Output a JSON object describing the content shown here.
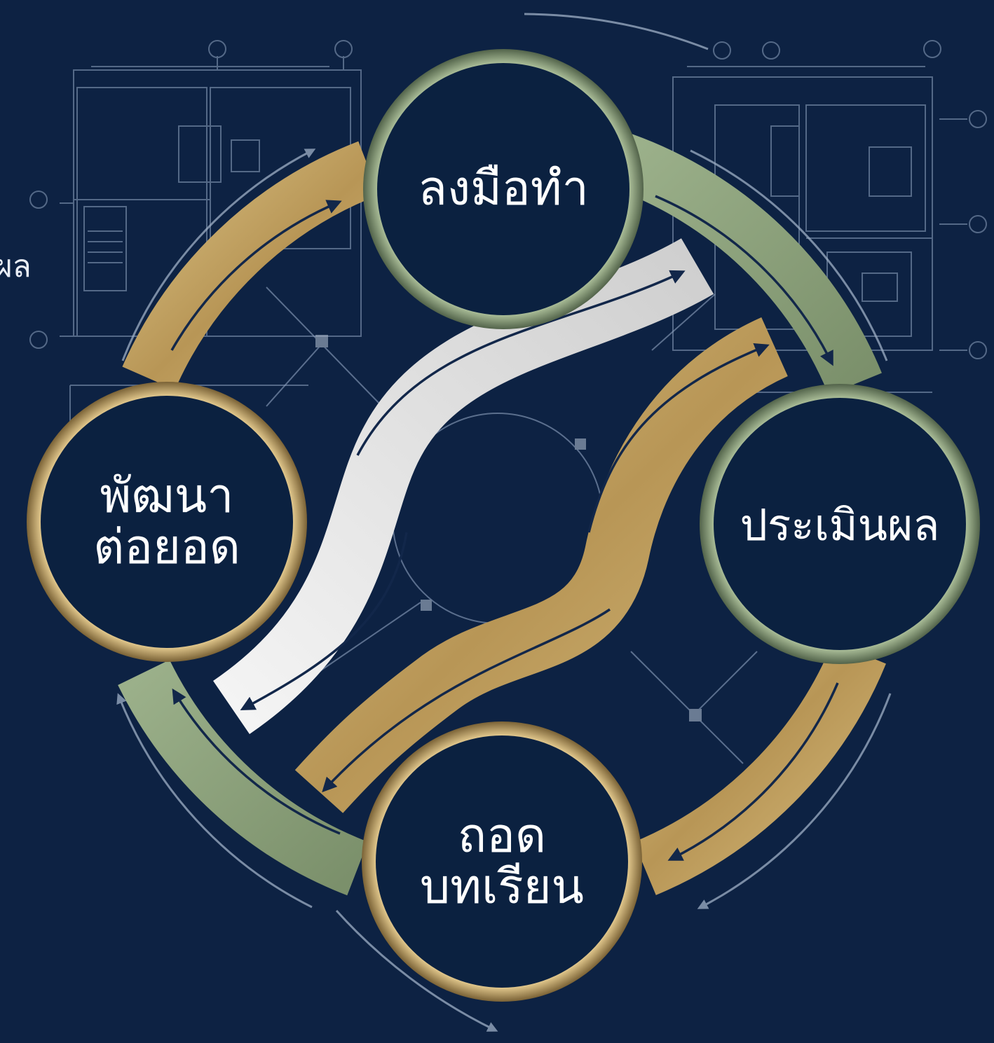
{
  "diagram": {
    "edge_fragment": "ผล",
    "nodes": [
      {
        "id": "do",
        "lines": [
          "ลงมือทำ"
        ],
        "ring": "green"
      },
      {
        "id": "evaluate",
        "lines": [
          "ประเมินผล"
        ],
        "ring": "green"
      },
      {
        "id": "lessons",
        "lines": [
          "ถอด",
          "บทเรียน"
        ],
        "ring": "gold"
      },
      {
        "id": "develop",
        "lines": [
          "พัฒนา",
          "ต่อยอด"
        ],
        "ring": "gold"
      }
    ],
    "colors": {
      "background": "#0d2243",
      "gold": "#c7ab6a",
      "green": "#8a9f78",
      "white": "#e4e4e4",
      "circle_fill": "#0b2140",
      "arrow": "#12274a",
      "blueprint": "#8fa3c0"
    }
  }
}
